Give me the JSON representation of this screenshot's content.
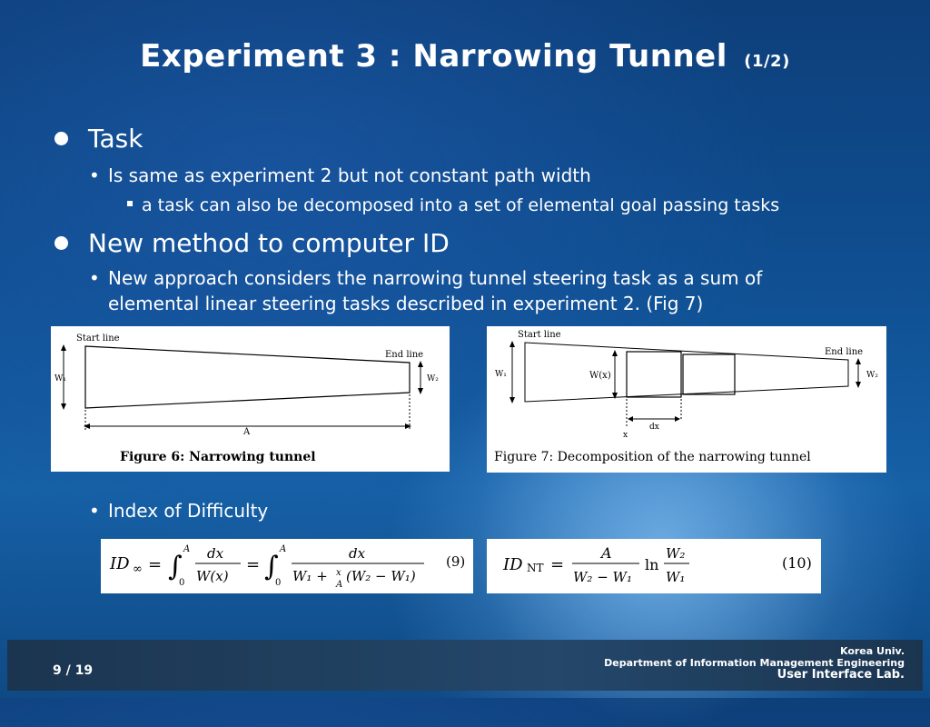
{
  "slide": {
    "title": "Experiment 3 : Narrowing Tunnel",
    "title_suffix": "(1/2)"
  },
  "bullets": {
    "task": {
      "label": "Task",
      "sub": "Is same as experiment 2 but not constant path width",
      "subsub": "a task can also be decomposed into a set of elemental goal passing tasks"
    },
    "method": {
      "label": "New method to computer ID",
      "sub_line1": "New approach considers the narrowing tunnel steering task as a sum of",
      "sub_line2": "elemental linear steering tasks described in experiment 2. (Fig 7)"
    },
    "difficulty": {
      "label": "Index of Difficulty"
    }
  },
  "figure6": {
    "start_line": "Start line",
    "end_line": "End line",
    "w1": "W₁",
    "w2": "W₂",
    "a": "A",
    "caption": "Figure 6:  Narrowing tunnel"
  },
  "figure7": {
    "start_line": "Start line",
    "end_line": "End line",
    "w1": "W₁",
    "w2": "W₂",
    "wx": "W(x)",
    "dx": "dx",
    "x": "x",
    "caption": "Figure 7:  Decomposition of the narrowing tunnel"
  },
  "equations": {
    "eq9_number": "(9)",
    "eq10_number": "(10)"
  },
  "footer": {
    "page": "9 / 19",
    "univ": "Korea Univ.",
    "dept": "Department of  Information Management Engineering",
    "lab": "User Interface Lab."
  }
}
